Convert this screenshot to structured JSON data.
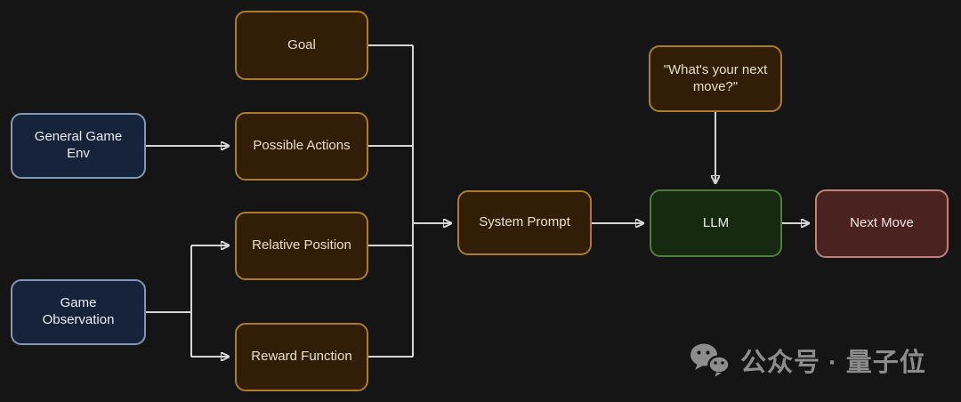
{
  "diagram": {
    "type": "flowchart",
    "direction": "left-to-right",
    "nodes": {
      "goal": {
        "label": "Goal",
        "color_role": "brown"
      },
      "general_game_env": {
        "label": "General Game Env",
        "color_role": "blue"
      },
      "possible_actions": {
        "label": "Possible Actions",
        "color_role": "brown"
      },
      "relative_position": {
        "label": "Relative Position",
        "color_role": "brown"
      },
      "game_observation": {
        "label": "Game Observation",
        "color_role": "blue"
      },
      "reward_function": {
        "label": "Reward Function",
        "color_role": "brown"
      },
      "system_prompt": {
        "label": "System Prompt",
        "color_role": "brown"
      },
      "user_question": {
        "label": "\"What's your next move?\"",
        "color_role": "brown"
      },
      "llm": {
        "label": "LLM",
        "color_role": "green"
      },
      "next_move": {
        "label": "Next Move",
        "color_role": "red"
      }
    },
    "edges": [
      {
        "from": "general_game_env",
        "to": "possible_actions",
        "arrow": true
      },
      {
        "from": "goal",
        "to": "system_prompt",
        "arrow": true
      },
      {
        "from": "possible_actions",
        "to": "system_prompt",
        "arrow": true
      },
      {
        "from": "relative_position",
        "to": "system_prompt",
        "arrow": true
      },
      {
        "from": "reward_function",
        "to": "system_prompt",
        "arrow": true
      },
      {
        "from": "game_observation",
        "to": "relative_position",
        "arrow": true
      },
      {
        "from": "game_observation",
        "to": "reward_function",
        "arrow": true
      },
      {
        "from": "system_prompt",
        "to": "llm",
        "arrow": true
      },
      {
        "from": "user_question",
        "to": "llm",
        "arrow": true
      },
      {
        "from": "llm",
        "to": "next_move",
        "arrow": true
      }
    ],
    "colors": {
      "background": "#151515",
      "edge": "#d6d6d6",
      "brown_fill": "#321e07",
      "brown_border": "#aa7c2c",
      "brown_text": "#e9dfcd",
      "blue_fill": "#16233a",
      "blue_border": "#8497b5",
      "blue_text": "#e9edf4",
      "green_fill": "#152a10",
      "green_border": "#4d7f3f",
      "green_text": "#ebf1e8",
      "red_fill": "#4a2321",
      "red_border": "#bd817e",
      "red_text": "#f2e2e0",
      "watermark_text_color": "#8d8d8d"
    }
  },
  "watermark": {
    "icon": "wechat-icon",
    "text": "公众号 · 量子位"
  }
}
